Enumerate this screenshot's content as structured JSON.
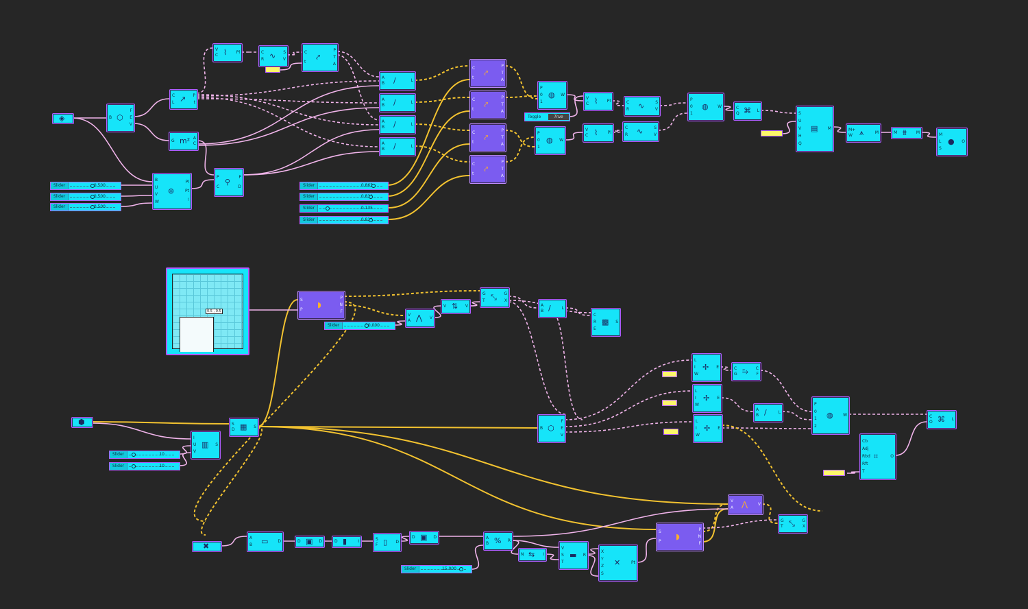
{
  "canvas": {
    "bg": "#262626",
    "wire_pink": "#f0b4ea",
    "wire_yellow": "#f2c230",
    "comp_color": "#16e4f9",
    "selected_color": "#7b5cf0",
    "border_color": "#b05cff"
  },
  "sliders": [
    {
      "label": "Slider",
      "value": "0.500",
      "level": 0.5
    },
    {
      "label": "Slider",
      "value": "0.500",
      "level": 0.5
    },
    {
      "label": "Slider",
      "value": "0.500",
      "level": 0.5
    },
    {
      "label": "Slider",
      "value": "0.863",
      "level": 0.863
    },
    {
      "label": "Slider",
      "value": "0.814",
      "level": 0.814
    },
    {
      "label": "Slider",
      "value": "0.135",
      "level": 0.135
    },
    {
      "label": "Slider",
      "value": "0.814",
      "level": 0.814
    },
    {
      "label": "Slider",
      "value": "50.000",
      "level": 0.5
    },
    {
      "label": "Slider",
      "value": "10",
      "level": 0.1
    },
    {
      "label": "Slider",
      "value": "10",
      "level": 0.1
    },
    {
      "label": "Slider",
      "value": "15.000",
      "level": 0.9
    }
  ],
  "toggle": {
    "label": "Toggle",
    "value": "True"
  },
  "graph": {
    "tag": "0.5 , 0.5"
  },
  "components": [
    {
      "name": "brep-param",
      "icon": "◈",
      "inputs": [],
      "outputs": [],
      "sel": false
    },
    {
      "name": "deconstruct-brep",
      "icon": "⬡",
      "inputs": [
        "B"
      ],
      "outputs": [
        "F",
        "E",
        "V"
      ],
      "sel": false
    },
    {
      "name": "curve-length-param",
      "icon": "↗",
      "inputs": [
        "C",
        "L"
      ],
      "outputs": [
        "P",
        "t"
      ],
      "sel": false
    },
    {
      "name": "area",
      "icon": "m²",
      "inputs": [
        "G"
      ],
      "outputs": [
        "A",
        "C"
      ],
      "sel": false
    },
    {
      "name": "evaluate-surface",
      "icon": "⊕",
      "inputs": [
        "B",
        "U",
        "V",
        "W"
      ],
      "outputs": [
        "Pl",
        "Pt",
        "!"
      ],
      "sel": false
    },
    {
      "name": "perp-frame",
      "icon": "⌇",
      "inputs": [
        "V",
        "C"
      ],
      "outputs": [
        "Pl"
      ],
      "sel": false
    },
    {
      "name": "curve-sv",
      "icon": "∿",
      "inputs": [
        "C",
        "R"
      ],
      "outputs": [
        "S",
        "V"
      ],
      "sel": false
    },
    {
      "name": "evaluate-curve-top",
      "icon": "⤤",
      "inputs": [
        "C",
        "t"
      ],
      "outputs": [
        "P",
        "T",
        "A"
      ],
      "sel": false
    },
    {
      "name": "line-1",
      "icon": "/",
      "inputs": [
        "A",
        "B"
      ],
      "outputs": [
        "L"
      ],
      "sel": false
    },
    {
      "name": "line-2",
      "icon": "/",
      "inputs": [
        "A",
        "B"
      ],
      "outputs": [
        "L"
      ],
      "sel": false
    },
    {
      "name": "line-3",
      "icon": "/",
      "inputs": [
        "A",
        "B"
      ],
      "outputs": [
        "L"
      ],
      "sel": false
    },
    {
      "name": "line-4",
      "icon": "/",
      "inputs": [
        "A",
        "B"
      ],
      "outputs": [
        "L"
      ],
      "sel": false
    },
    {
      "name": "pt-on-curve",
      "icon": "⚲",
      "inputs": [
        "P",
        "C"
      ],
      "outputs": [
        "P",
        "D"
      ],
      "sel": false
    },
    {
      "name": "eval-curve-a",
      "icon": "⤤",
      "inputs": [
        "C",
        "t"
      ],
      "outputs": [
        "P",
        "T",
        "A"
      ],
      "sel": true
    },
    {
      "name": "eval-curve-b",
      "icon": "⤤",
      "inputs": [
        "C",
        "t"
      ],
      "outputs": [
        "P",
        "T",
        "A"
      ],
      "sel": true
    },
    {
      "name": "eval-curve-c",
      "icon": "⤤",
      "inputs": [
        "C",
        "t"
      ],
      "outputs": [
        "P",
        "T",
        "A"
      ],
      "sel": true
    },
    {
      "name": "eval-curve-d",
      "icon": "⤤",
      "inputs": [
        "C",
        "t"
      ],
      "outputs": [
        "P",
        "T",
        "A"
      ],
      "sel": true
    },
    {
      "name": "weave-1",
      "icon": "◍",
      "inputs": [
        "P",
        "0",
        "1"
      ],
      "outputs": [
        "W"
      ],
      "sel": false
    },
    {
      "name": "weave-2",
      "icon": "◍",
      "inputs": [
        "P",
        "0",
        "1"
      ],
      "outputs": [
        "W"
      ],
      "sel": false
    },
    {
      "name": "perp-frame-2",
      "icon": "⌇",
      "inputs": [
        "V",
        "C"
      ],
      "outputs": [
        "Pl"
      ],
      "sel": false
    },
    {
      "name": "perp-frame-3",
      "icon": "⌇",
      "inputs": [
        "V",
        "C"
      ],
      "outputs": [
        "Pl"
      ],
      "sel": false
    },
    {
      "name": "curve-sv-2",
      "icon": "∿",
      "inputs": [
        "C",
        "R"
      ],
      "outputs": [
        "S",
        "V"
      ],
      "sel": false
    },
    {
      "name": "curve-sv-3",
      "icon": "∿",
      "inputs": [
        "C",
        "R"
      ],
      "outputs": [
        "S",
        "V"
      ],
      "sel": false
    },
    {
      "name": "weave-3",
      "icon": "◍",
      "inputs": [
        "P",
        "0",
        "1"
      ],
      "outputs": [
        "W"
      ],
      "sel": false
    },
    {
      "name": "polyline",
      "icon": "⌘",
      "inputs": [
        "C",
        "Q"
      ],
      "outputs": [
        "L"
      ],
      "sel": false
    },
    {
      "name": "mesh-from-pts",
      "icon": "▤",
      "inputs": [
        "S",
        "U",
        "V",
        "H",
        "Q"
      ],
      "outputs": [
        "M"
      ],
      "sel": false
    },
    {
      "name": "mesh-smooth",
      "icon": "⩚",
      "inputs": [
        "M+",
        "W"
      ],
      "outputs": [
        "M"
      ],
      "sel": false
    },
    {
      "name": "mesh-join",
      "icon": "⩩",
      "inputs": [
        "M"
      ],
      "outputs": [
        "M"
      ],
      "sel": false
    },
    {
      "name": "custom-preview",
      "icon": "●",
      "inputs": [
        "M",
        "L",
        "S"
      ],
      "outputs": [
        "O"
      ],
      "sel": false
    },
    {
      "name": "srf-closest-pt",
      "icon": "◗",
      "inputs": [
        "S",
        "P"
      ],
      "outputs": [
        "P",
        "N",
        "F"
      ],
      "sel": true
    },
    {
      "name": "vec-amp",
      "icon": "⋀",
      "inputs": [
        "V",
        "A"
      ],
      "outputs": [
        "V"
      ],
      "sel": false
    },
    {
      "name": "vec-reverse",
      "icon": "⇅",
      "inputs": [
        "V"
      ],
      "outputs": [
        "V"
      ],
      "sel": false
    },
    {
      "name": "move",
      "icon": "⤡",
      "inputs": [
        "G",
        "T"
      ],
      "outputs": [
        "G",
        "X"
      ],
      "sel": false
    },
    {
      "name": "line-5",
      "icon": "/",
      "inputs": [
        "A",
        "B"
      ],
      "outputs": [
        "L"
      ],
      "sel": false
    },
    {
      "name": "srf-edge",
      "icon": "▩",
      "inputs": [
        "C",
        "R",
        "E"
      ],
      "outputs": [
        "S"
      ],
      "sel": false
    },
    {
      "name": "geo-param",
      "icon": "⬢",
      "inputs": [],
      "outputs": [],
      "sel": false
    },
    {
      "name": "divide-srf",
      "icon": "▦",
      "inputs": [
        "S",
        "D"
      ],
      "outputs": [
        "S"
      ],
      "sel": false
    },
    {
      "name": "isotrim",
      "icon": "▥",
      "inputs": [
        "I",
        "U",
        "V"
      ],
      "outputs": [
        "S"
      ],
      "sel": false
    },
    {
      "name": "deconstruct-brep-2",
      "icon": "⬡",
      "inputs": [
        "B"
      ],
      "outputs": [
        "F",
        "E",
        "V"
      ],
      "sel": false
    },
    {
      "name": "divide-length-1",
      "icon": "✢",
      "inputs": [
        "L",
        "I",
        "W"
      ],
      "outputs": [
        "E"
      ],
      "sel": false
    },
    {
      "name": "divide-length-2",
      "icon": "✢",
      "inputs": [
        "L",
        "I",
        "W"
      ],
      "outputs": [
        "E"
      ],
      "sel": false
    },
    {
      "name": "divide-length-3",
      "icon": "✢",
      "inputs": [
        "L",
        "I",
        "W"
      ],
      "outputs": [
        "E"
      ],
      "sel": false
    },
    {
      "name": "flip-curve",
      "icon": "⥲",
      "inputs": [
        "C",
        "G"
      ],
      "outputs": [
        "C",
        "F"
      ],
      "sel": false
    },
    {
      "name": "line-6",
      "icon": "/",
      "inputs": [
        "A",
        "B"
      ],
      "outputs": [
        "L"
      ],
      "sel": false
    },
    {
      "name": "weave-4",
      "icon": "◍",
      "inputs": [
        "P",
        "0",
        "1",
        "2"
      ],
      "outputs": [
        "W"
      ],
      "sel": false
    },
    {
      "name": "polyline-2",
      "icon": "⌘",
      "inputs": [
        "C",
        "O"
      ],
      "outputs": [
        "L"
      ],
      "sel": false
    },
    {
      "name": "fillet",
      "icon": "⌗",
      "inputs": [
        "Cb",
        "Adj",
        "Rbd",
        "Rft",
        "T"
      ],
      "outputs": [
        "O"
      ],
      "sel": false
    },
    {
      "name": "list-input",
      "icon": "✖",
      "inputs": [],
      "outputs": [],
      "sel": false
    },
    {
      "name": "distance",
      "icon": "▭",
      "inputs": [
        "A",
        "B"
      ],
      "outputs": [
        "D"
      ],
      "sel": false
    },
    {
      "name": "data-d1",
      "icon": "▣",
      "inputs": [
        "D"
      ],
      "outputs": [
        "D"
      ],
      "sel": false
    },
    {
      "name": "data-d2",
      "icon": "▮",
      "inputs": [
        "D"
      ],
      "outputs": [
        "I"
      ],
      "sel": false
    },
    {
      "name": "series",
      "icon": "▯",
      "inputs": [
        "S",
        "F"
      ],
      "outputs": [
        "D"
      ],
      "sel": false
    },
    {
      "name": "data-d3",
      "icon": "▣",
      "inputs": [
        "D"
      ],
      "outputs": [
        "D"
      ],
      "sel": false
    },
    {
      "name": "division",
      "icon": "%",
      "inputs": [
        "A",
        "B"
      ],
      "outputs": [
        "R"
      ],
      "sel": false
    },
    {
      "name": "range",
      "icon": "⇆",
      "inputs": [
        "N"
      ],
      "outputs": [
        "I"
      ],
      "sel": false
    },
    {
      "name": "remap",
      "icon": "▬",
      "inputs": [
        "V",
        "S",
        "T"
      ],
      "outputs": [
        "R"
      ],
      "sel": false
    },
    {
      "name": "construct-pt",
      "icon": "✕",
      "inputs": [
        "X",
        "Y",
        "Z",
        "S"
      ],
      "outputs": [
        "Pt"
      ],
      "sel": false
    },
    {
      "name": "srf-closest-pt-2",
      "icon": "◗",
      "inputs": [
        "S",
        "P"
      ],
      "outputs": [
        "P",
        "N",
        "F"
      ],
      "sel": true
    },
    {
      "name": "vec-amp-2",
      "icon": "⋀",
      "inputs": [
        "V",
        "A"
      ],
      "outputs": [
        "V"
      ],
      "sel": true
    },
    {
      "name": "move-2",
      "icon": "⤡",
      "inputs": [
        "G",
        "T"
      ],
      "outputs": [
        "G",
        "X"
      ],
      "sel": false
    }
  ],
  "panels": [
    {
      "name": "panel-1"
    },
    {
      "name": "panel-2"
    },
    {
      "name": "panel-3"
    },
    {
      "name": "panel-4"
    },
    {
      "name": "panel-5"
    },
    {
      "name": "panel-6"
    },
    {
      "name": "panel-7"
    }
  ]
}
